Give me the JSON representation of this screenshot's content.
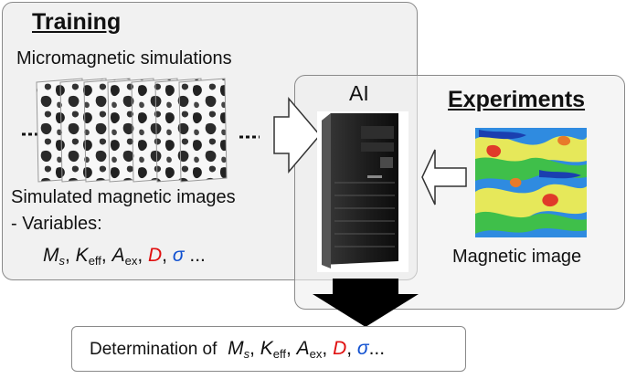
{
  "training": {
    "title": "Training",
    "sim_label": "Micromagnetic simulations",
    "images_label": "Simulated magnetic images",
    "variables_label": "- Variables:",
    "variables": {
      "ms": "M",
      "ms_sub": "s",
      "keff": "K",
      "keff_sub": "eff",
      "aex": "A",
      "aex_sub": "ex",
      "d": "D",
      "sigma": "σ",
      "ellipsis": "..."
    }
  },
  "ai": {
    "title": "AI"
  },
  "experiments": {
    "title": "Experiments",
    "image_label": "Magnetic image"
  },
  "result": {
    "prefix": "Determination of",
    "ms": "M",
    "ms_sub": "s",
    "keff": "K",
    "keff_sub": "eff",
    "aex": "A",
    "aex_sub": "ex",
    "d": "D",
    "sigma": "σ",
    "ellipsis": "..."
  },
  "colors": {
    "d": "#e01010",
    "sigma": "#1050d0",
    "box_border": "#8a8a8a"
  },
  "icons": [
    "simulation-image-stack",
    "server-icon",
    "magnetic-image-heatmap",
    "right-arrow",
    "left-arrow",
    "down-arrow"
  ]
}
